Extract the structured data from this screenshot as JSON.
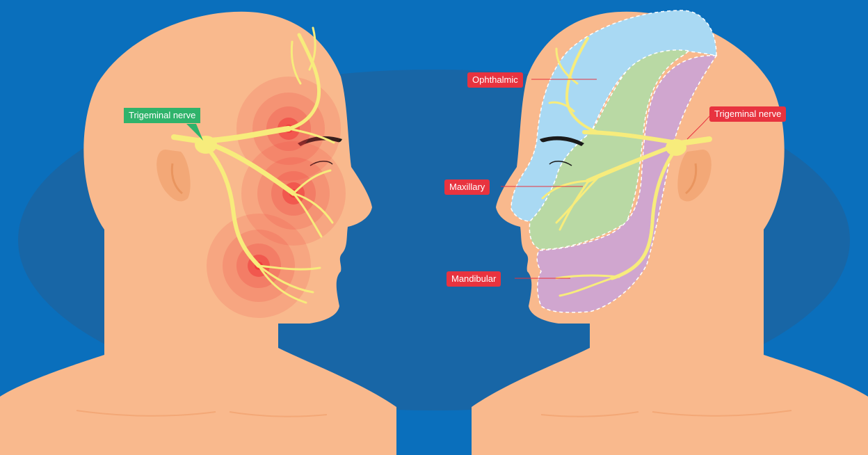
{
  "colors": {
    "background": "#0a6fbc",
    "background_ellipse": "#1866a6",
    "skin": "#f9b98d",
    "skin_shade": "#f3a877",
    "nerve": "#f7ec7c",
    "pain": "#ef3b3b",
    "ophthalmic_zone": "#a9d9f3",
    "maxillary_zone": "#b9d9a4",
    "mandibular_zone": "#d0a6cf",
    "label_red": "#e8333f",
    "label_green": "#2fb36b"
  },
  "left_head": {
    "label": "Trigeminal nerve"
  },
  "right_head": {
    "labels": {
      "ophthalmic": "Ophthalmic",
      "maxillary": "Maxillary",
      "mandibular": "Mandibular",
      "trigeminal": "Trigeminal nerve"
    }
  }
}
